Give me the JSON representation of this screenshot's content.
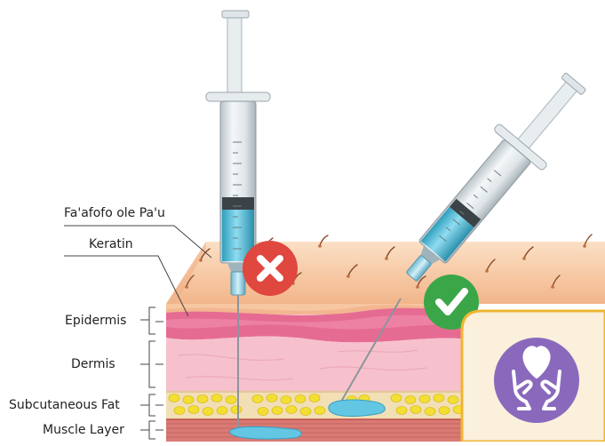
{
  "labels": {
    "skin_surface": "Fa'afofo ole Pa'u",
    "keratin": "Keratin",
    "epidermis": "Epidermis",
    "dermis": "Dermis",
    "subcutaneous_fat": "Subcutaneous Fat",
    "muscle_layer": "Muscle Layer"
  },
  "icons": {
    "wrong": "x-mark-icon",
    "correct": "check-mark-icon",
    "brand": "hands-heart-icon"
  },
  "colors": {
    "wrong_badge": "#e0473f",
    "correct_badge": "#3aa648",
    "brand_circle": "#8a69bd",
    "panel_bg": "#faf0dc",
    "panel_border": "#f0b533",
    "skin_top": "#f6c79f",
    "epidermis": "#e66b93",
    "dermis": "#f6c1cd",
    "fat": "#f2dfb6",
    "fat_globule": "#f3df33",
    "muscle": "#d97a74",
    "liquid": "#63c6e3",
    "leader_line": "#444444"
  }
}
